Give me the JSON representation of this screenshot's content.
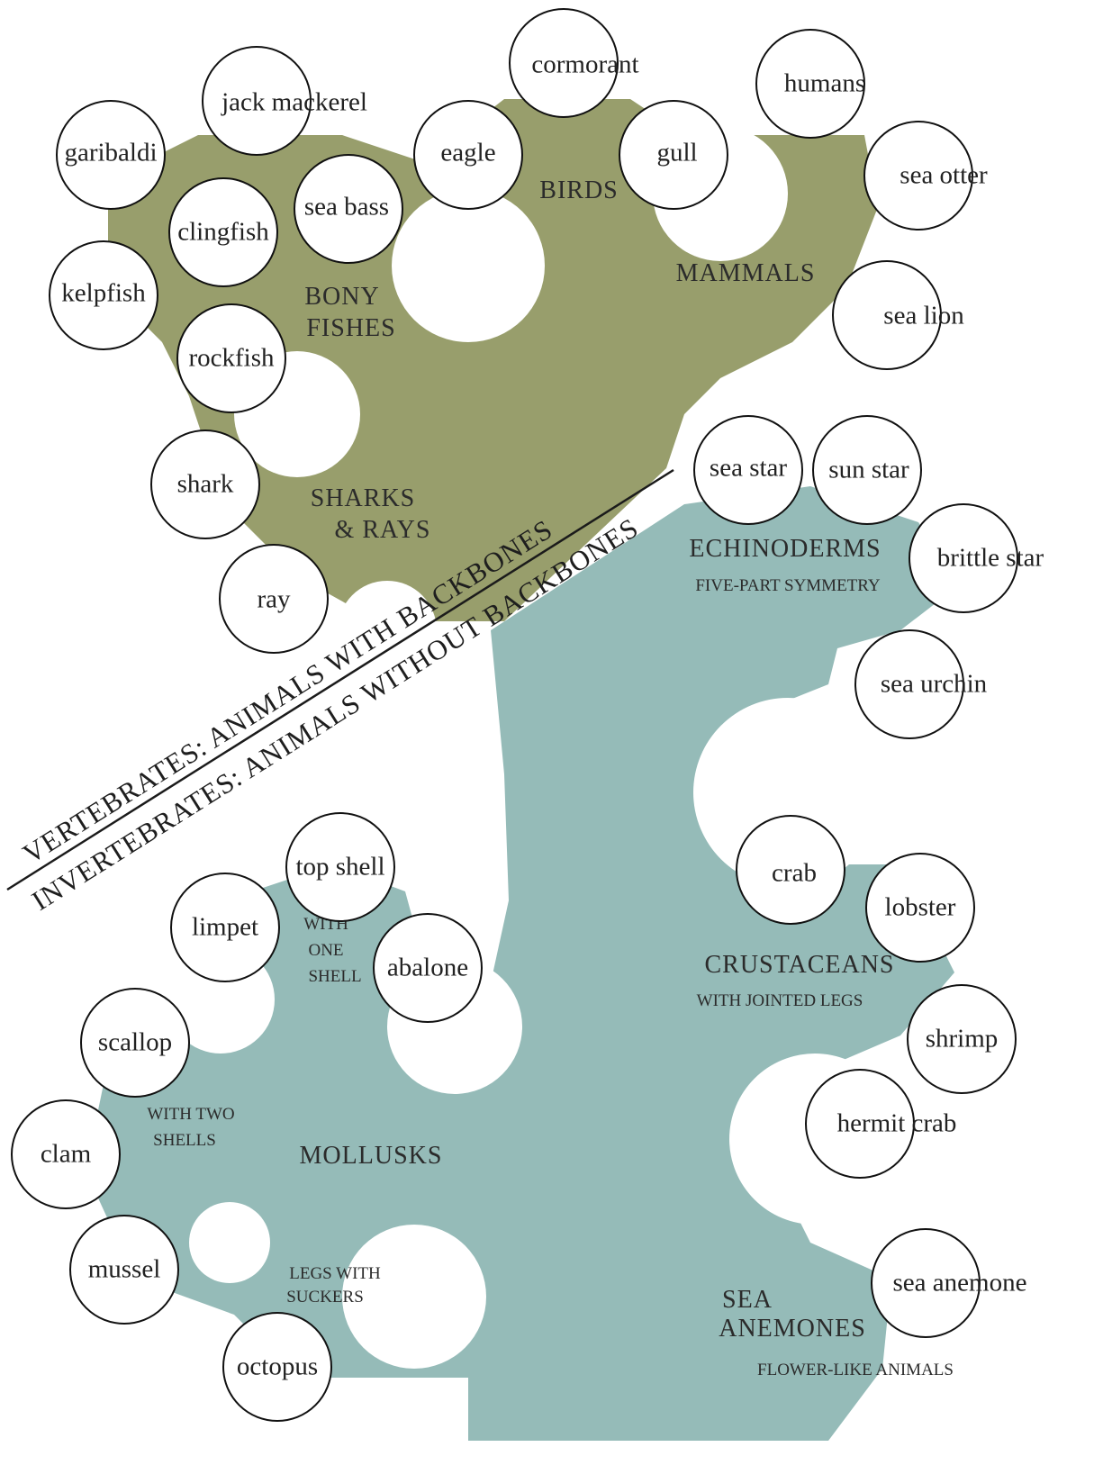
{
  "colors": {
    "vertebrate_fill": "#8f9660",
    "invertebrate_fill": "#8fb7b4",
    "leaf_fill": "#ffffff",
    "ink": "#222222"
  },
  "divider": {
    "upper_label": "VERTEBRATES: ANIMALS WITH BACKBONES",
    "lower_label": "INVERTEBRATES: ANIMALS WITHOUT BACKBONES"
  },
  "groups": {
    "bony_fishes": {
      "line1": "BONY",
      "line2": "FISHES"
    },
    "birds": {
      "label": "BIRDS"
    },
    "mammals": {
      "label": "MAMMALS"
    },
    "sharks_rays": {
      "line1": "SHARKS",
      "line2": "& RAYS"
    },
    "echinoderms": {
      "label": "ECHINODERMS",
      "sub": "FIVE-PART SYMMETRY"
    },
    "crustaceans": {
      "label": "CRUSTACEANS",
      "sub": "WITH JOINTED LEGS"
    },
    "mollusks": {
      "label": "MOLLUSKS"
    },
    "one_shell": {
      "line1": "WITH",
      "line2": "ONE",
      "line3": "SHELL"
    },
    "two_shells": {
      "line1": "WITH TWO",
      "line2": "SHELLS"
    },
    "suckers": {
      "line1": "LEGS WITH",
      "line2": "SUCKERS"
    },
    "sea_anemones": {
      "line1": "SEA",
      "line2": "ANEMONES",
      "sub": "FLOWER-LIKE  ANIMALS"
    }
  },
  "animals": {
    "garibaldi": "garibaldi",
    "jack_mackerel": "jack mackerel",
    "clingfish": "clingfish",
    "sea_bass": "sea bass",
    "kelpfish": "kelpfish",
    "rockfish": "rockfish",
    "shark": "shark",
    "ray": "ray",
    "eagle": "eagle",
    "cormorant": "cormorant",
    "gull": "gull",
    "humans": "humans",
    "sea_otter": "sea otter",
    "sea_lion": "sea lion",
    "sea_star": "sea star",
    "sun_star": "sun star",
    "brittle_star": "brittle star",
    "sea_urchin": "sea urchin",
    "crab": "crab",
    "lobster": "lobster",
    "shrimp": "shrimp",
    "hermit_crab": "hermit crab",
    "sea_anemone": "sea anemone",
    "top_shell": "top shell",
    "limpet": "limpet",
    "abalone": "abalone",
    "scallop": "scallop",
    "clam": "clam",
    "mussel": "mussel",
    "octopus": "octopus"
  }
}
